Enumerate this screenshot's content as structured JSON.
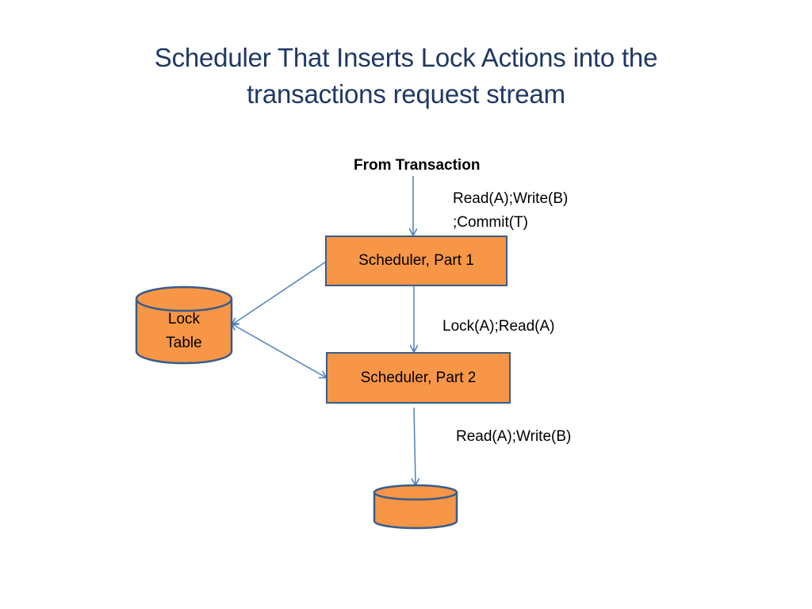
{
  "title": {
    "line1": "Scheduler That Inserts Lock Actions into the",
    "line2": "transactions request stream"
  },
  "diagram": {
    "source_label": "From Transaction",
    "input_stream": {
      "line1": "Read(A);Write(B)",
      "line2": ";Commit(T)"
    },
    "scheduler_part1": "Scheduler, Part 1",
    "scheduler_part2": "Scheduler, Part 2",
    "lock_table": {
      "line1": "Lock",
      "line2": "Table"
    },
    "middle_stream": "Lock(A);Read(A)",
    "output_stream": "Read(A);Write(B)"
  },
  "colors": {
    "shape_fill": "#f79646",
    "shape_border": "#385d8a",
    "arrow": "#4f81bd",
    "title": "#1f3864"
  }
}
